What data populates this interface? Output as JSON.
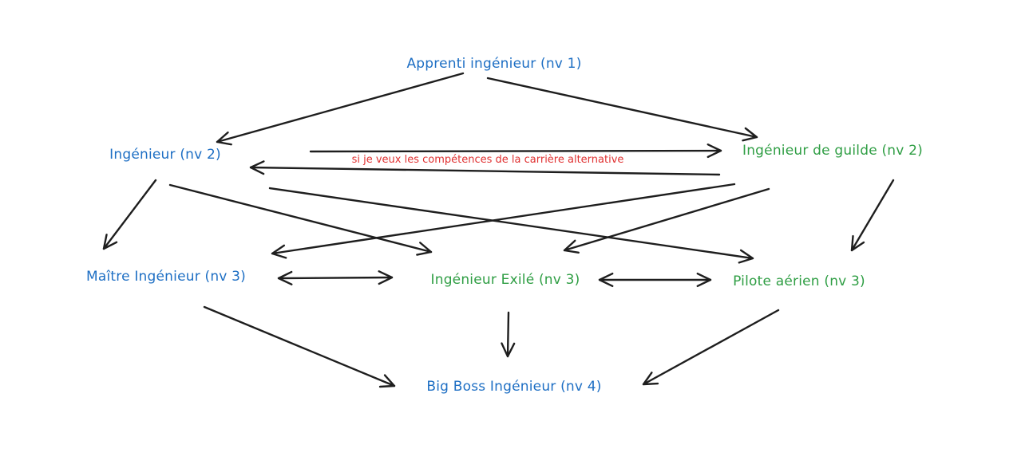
{
  "diagram": {
    "colors": {
      "level_node": "#1e6fc4",
      "alt_node": "#2f9e44",
      "annotation": "#e03131",
      "arrow": "#1e1e1e",
      "background": "#ffffff"
    },
    "nodes": [
      {
        "id": "apprenti",
        "label": "Apprenti ingénieur (nv 1)",
        "color": "blue"
      },
      {
        "id": "ingenieur",
        "label": "Ingénieur (nv 2)",
        "color": "blue"
      },
      {
        "id": "guilde",
        "label": "Ingénieur de guilde (nv 2)",
        "color": "green"
      },
      {
        "id": "maitre",
        "label": "Maître Ingénieur (nv 3)",
        "color": "blue"
      },
      {
        "id": "exile",
        "label": "Ingénieur Exilé (nv 3)",
        "color": "green"
      },
      {
        "id": "pilote",
        "label": "Pilote aérien (nv 3)",
        "color": "green"
      },
      {
        "id": "bigboss",
        "label": "Big Boss Ingénieur (nv 4)",
        "color": "blue"
      }
    ],
    "edges": [
      {
        "from": "apprenti",
        "to": "ingenieur",
        "type": "directed"
      },
      {
        "from": "apprenti",
        "to": "guilde",
        "type": "directed"
      },
      {
        "from": "ingenieur",
        "to": "guilde",
        "type": "directed"
      },
      {
        "from": "guilde",
        "to": "ingenieur",
        "type": "directed"
      },
      {
        "from": "ingenieur",
        "to": "maitre",
        "type": "directed"
      },
      {
        "from": "ingenieur",
        "to": "exile",
        "type": "directed"
      },
      {
        "from": "ingenieur",
        "to": "pilote",
        "type": "directed"
      },
      {
        "from": "guilde",
        "to": "maitre",
        "type": "directed"
      },
      {
        "from": "guilde",
        "to": "exile",
        "type": "directed"
      },
      {
        "from": "guilde",
        "to": "pilote",
        "type": "directed"
      },
      {
        "from": "maitre",
        "to": "exile",
        "type": "bidirectional"
      },
      {
        "from": "exile",
        "to": "pilote",
        "type": "bidirectional"
      },
      {
        "from": "maitre",
        "to": "bigboss",
        "type": "directed"
      },
      {
        "from": "exile",
        "to": "bigboss",
        "type": "directed"
      },
      {
        "from": "pilote",
        "to": "bigboss",
        "type": "directed"
      }
    ],
    "annotation": "si je veux les compétences de la carrière alternative"
  }
}
